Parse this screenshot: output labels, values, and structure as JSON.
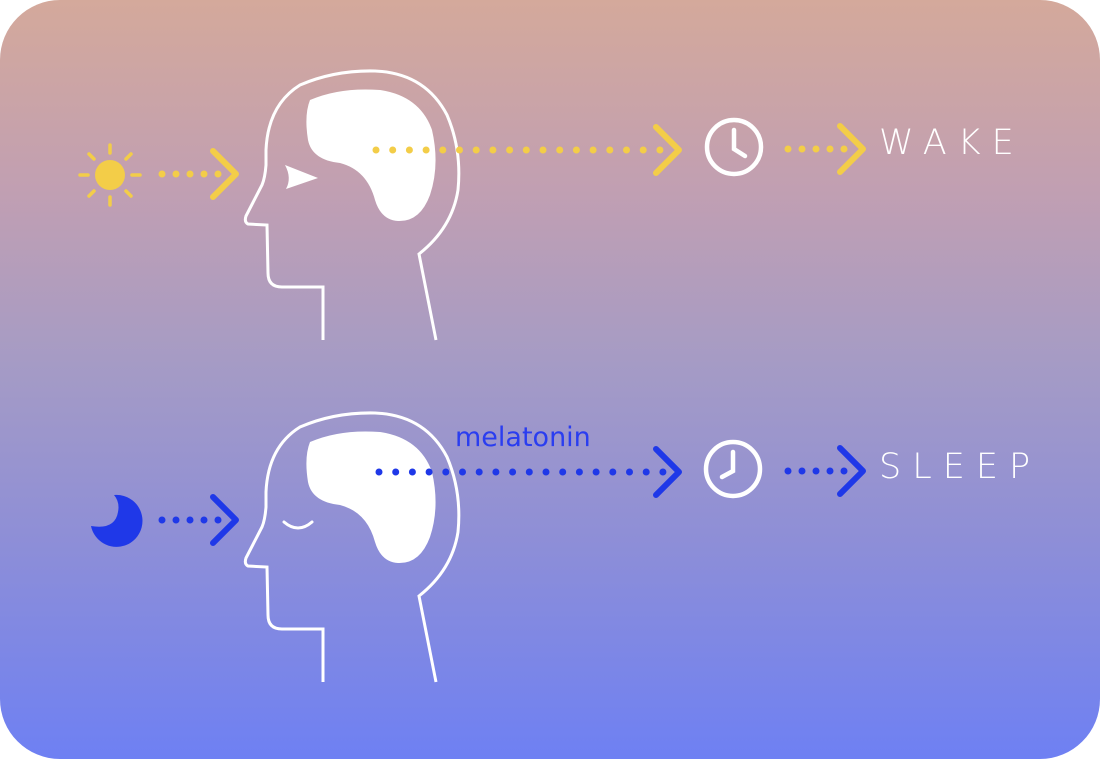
{
  "diagram": {
    "colors": {
      "background_top": "#d4a99b",
      "background_mid": "#a59bc5",
      "background_bottom": "#6e80f3",
      "day_accent": "#f3cd48",
      "night_accent": "#1f38e8",
      "line": "#ffffff"
    },
    "rows": [
      {
        "id": "day",
        "source_icon": "sun-icon",
        "face_state": "eye-open",
        "hormone_label": "",
        "clock_icon": "clock-icon",
        "clock_time": "4:00",
        "outcome_label": "WAKE"
      },
      {
        "id": "night",
        "source_icon": "moon-icon",
        "face_state": "eye-closed",
        "hormone_label": "melatonin",
        "clock_icon": "clock-icon",
        "clock_time": "8:00",
        "outcome_label": "SLEEP"
      }
    ]
  }
}
